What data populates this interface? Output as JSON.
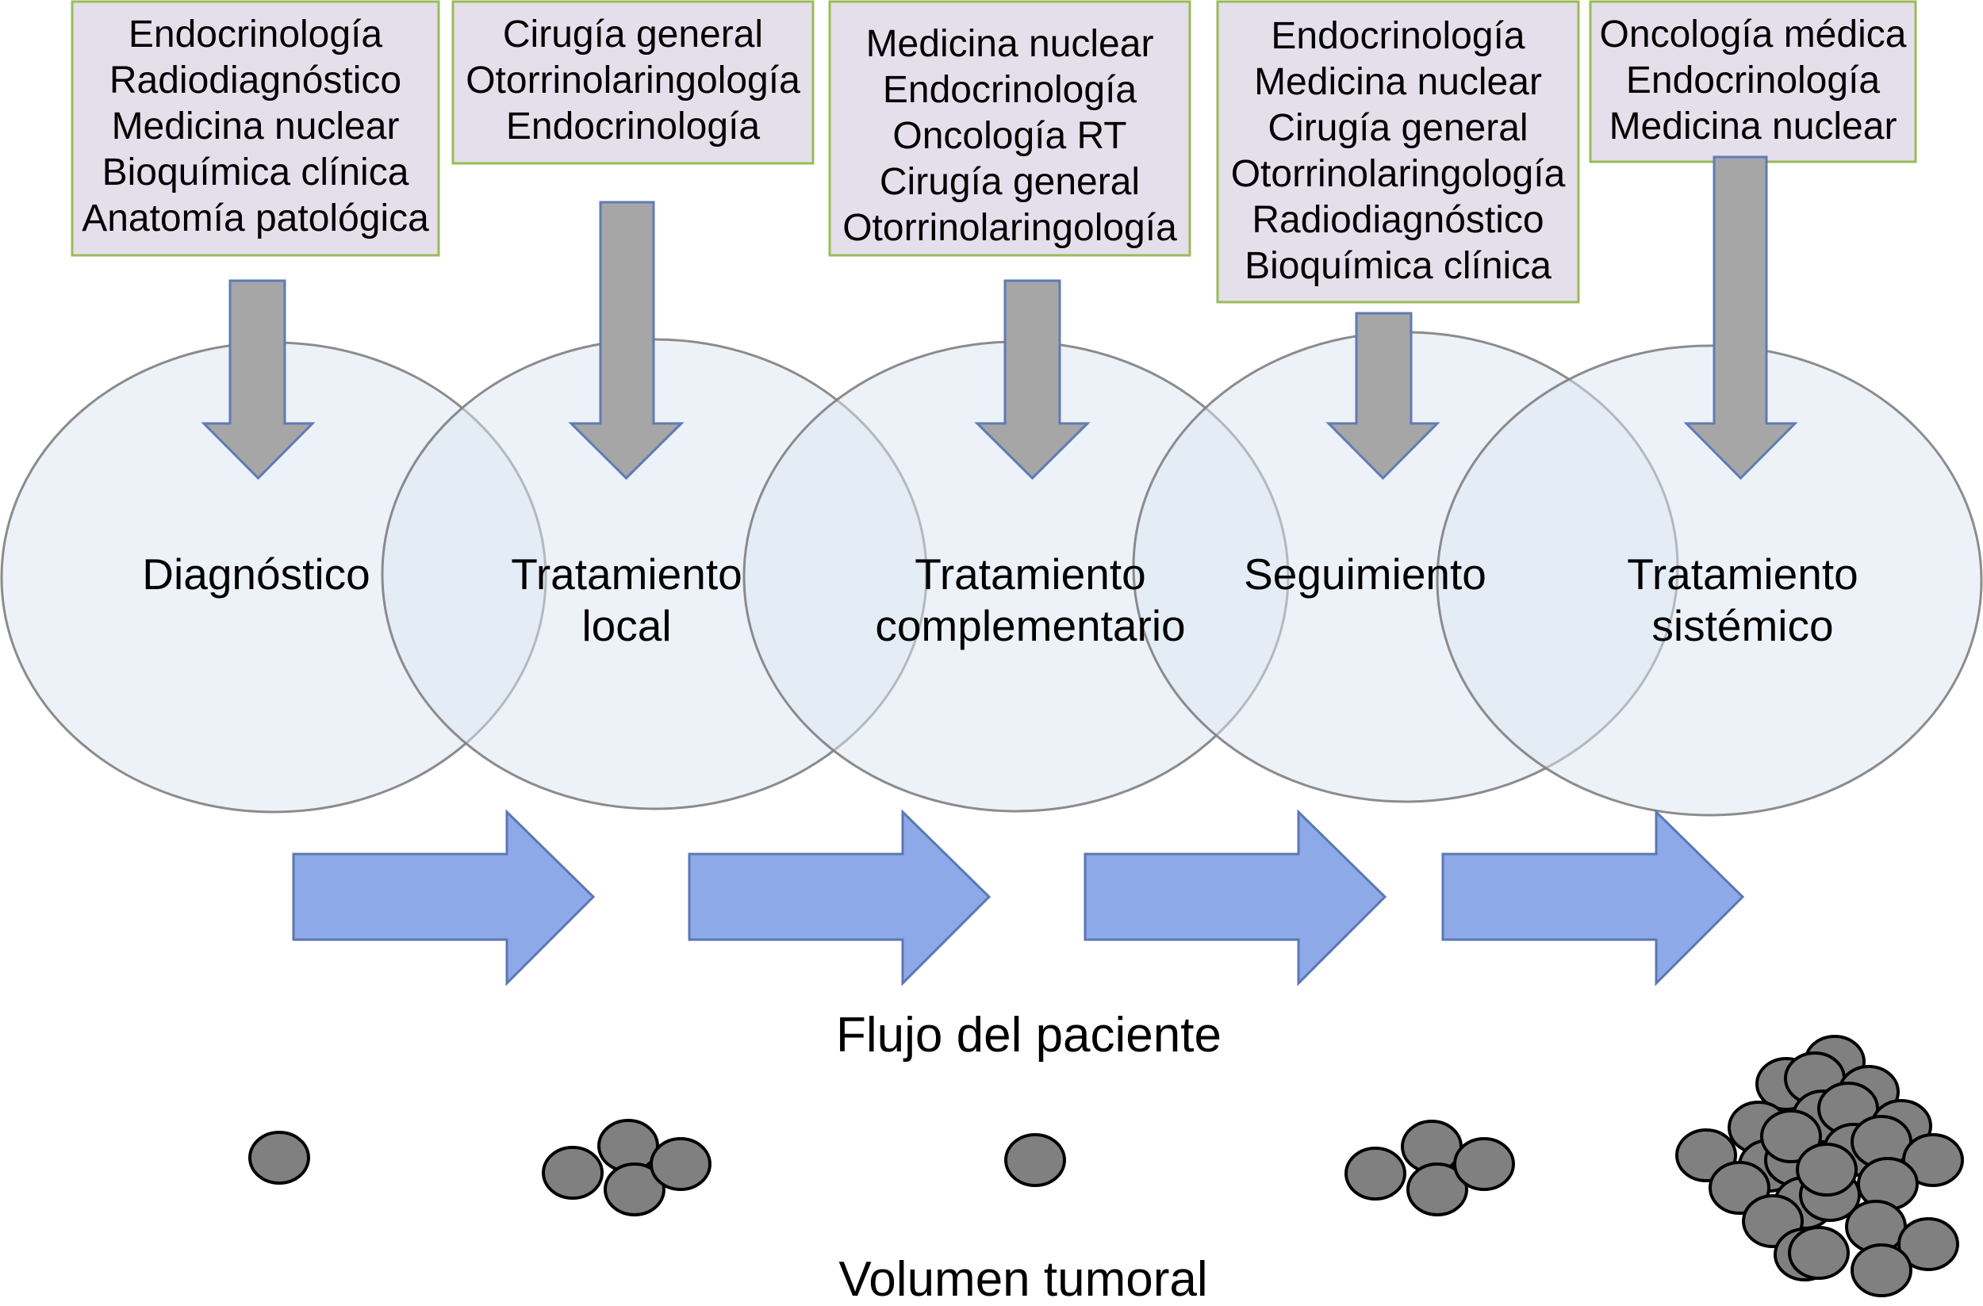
{
  "colors": {
    "background": "#ffffff",
    "box_fill": "#e4dfeb",
    "box_border": "#9bbb59",
    "stage_fill": "#dce6f2",
    "stage_stroke": "#7f7f7f",
    "down_arrow_fill": "#a6a6a6",
    "down_arrow_stroke": "#5f7bb5",
    "flow_arrow_fill": "#8ea9e8",
    "flow_arrow_stroke": "#5b77b3",
    "tumor_fill": "#808080",
    "tumor_stroke": "#000000",
    "text": "#000000"
  },
  "specialty_boxes": [
    {
      "stage": "Diagnóstico",
      "items": [
        "Endocrinología",
        "Radiodiagnóstico",
        "Medicina nuclear",
        "Bioquímica clínica",
        "Anatomía patológica"
      ]
    },
    {
      "stage": "Tratamiento local",
      "items": [
        "Cirugía general",
        "Otorrinolaringología",
        "Endocrinología"
      ]
    },
    {
      "stage": "Tratamiento complementario",
      "items": [
        "Medicina nuclear",
        "Endocrinología",
        "Oncología RT",
        "Cirugía general",
        "Otorrinolaringología"
      ]
    },
    {
      "stage": "Seguimiento",
      "items": [
        "Endocrinología",
        "Medicina nuclear",
        "Cirugía general",
        "Otorrinolaringología",
        "Radiodiagnóstico",
        "Bioquímica clínica"
      ]
    },
    {
      "stage": "Tratamiento sistémico",
      "items": [
        "Oncología médica",
        "Endocrinología",
        "Medicina nuclear"
      ]
    }
  ],
  "stages": [
    {
      "lines": [
        "Diagnóstico"
      ]
    },
    {
      "lines": [
        "Tratamiento",
        "local"
      ]
    },
    {
      "lines": [
        "Tratamiento",
        "complementario"
      ]
    },
    {
      "lines": [
        "Seguimiento"
      ]
    },
    {
      "lines": [
        "Tratamiento",
        "sistémico"
      ]
    }
  ],
  "flow_arrows_count": 4,
  "patient_flow_label": "Flujo del paciente",
  "tumor_volume_label": "Volumen tumoral",
  "tumor_volume": [
    {
      "stage": "Diagnóstico",
      "cell_count": 1
    },
    {
      "stage": "Tratamiento local",
      "cell_count": 4
    },
    {
      "stage": "Tratamiento complementario",
      "cell_count": 1
    },
    {
      "stage": "Seguimiento",
      "cell_count": 4
    },
    {
      "stage": "Tratamiento sistémico",
      "cell_count": 26
    }
  ]
}
